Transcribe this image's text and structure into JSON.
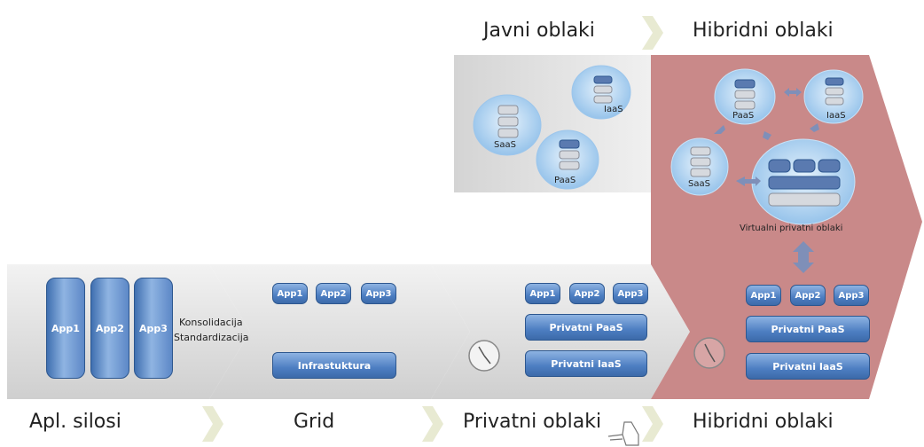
{
  "top_labels": {
    "public": "Javni oblaki",
    "hybrid": "Hibridni oblaki"
  },
  "bottom_labels": {
    "silos": "Apl. silosi",
    "grid": "Grid",
    "private": "Privatni oblaki",
    "hybrid": "Hibridni oblaki"
  },
  "silos": {
    "apps": [
      "App1",
      "App2",
      "App3"
    ]
  },
  "grid": {
    "apps": [
      "App1",
      "App2",
      "App3"
    ],
    "consolidation": "Konsolidacija",
    "standardization": "Standardizacija",
    "infrastructure": "Infrastuktura"
  },
  "private": {
    "apps": [
      "App1",
      "App2",
      "App3"
    ],
    "paas": "Privatni PaaS",
    "iaas": "Privatni IaaS"
  },
  "hybrid": {
    "apps": [
      "App1",
      "App2",
      "App3"
    ],
    "paas": "Privatni PaaS",
    "iaas": "Privatni IaaS",
    "virtual_private": "Virtualni privatni oblaki",
    "cloud_paas": "PaaS",
    "cloud_iaas": "IaaS",
    "cloud_saas": "SaaS"
  },
  "public": {
    "cloud_saas": "SaaS",
    "cloud_iaas": "IaaS",
    "cloud_paas": "PaaS"
  },
  "colors": {
    "hybrid_bg": "#c98989",
    "panel_gray": "#d9d9d9",
    "app_blue": "#4d7ec2",
    "cloud_blue": "#a9cdef"
  }
}
